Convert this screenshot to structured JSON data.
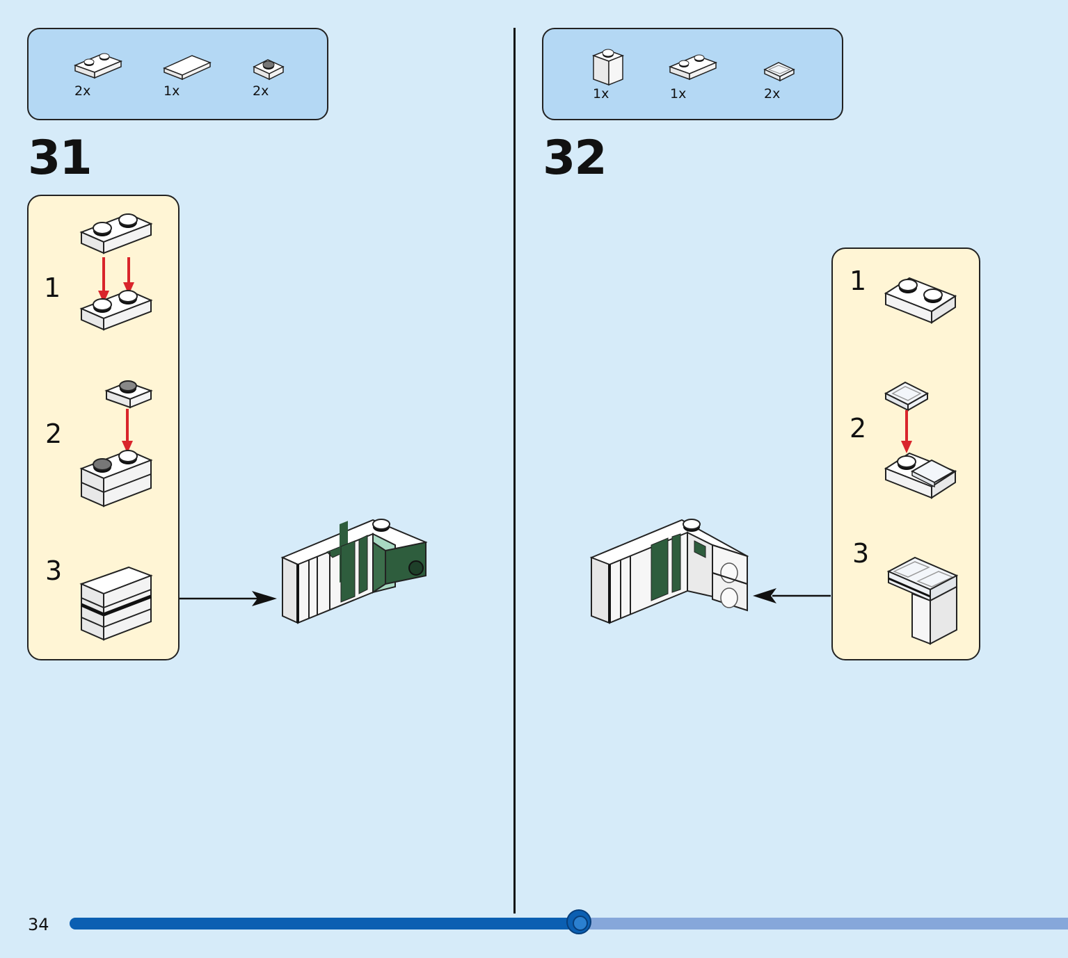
{
  "page": {
    "number": "34"
  },
  "progress": {
    "value": 0.51
  },
  "colors": {
    "background": "#d6ebf9",
    "parts_box": "#b4d8f4",
    "sub_box": "#fff5d5",
    "arrow_red": "#d9252b",
    "brick_green": "#2e5d3d",
    "progress": "#0b5fb2"
  },
  "steps": [
    {
      "number": "31",
      "parts": [
        {
          "qty": "2x",
          "icon": "plate-1x2-white-icon"
        },
        {
          "qty": "1x",
          "icon": "tile-1x2-white-icon"
        },
        {
          "qty": "2x",
          "icon": "plate-1x1-round-white-icon"
        }
      ],
      "substeps": [
        "1",
        "2",
        "3"
      ]
    },
    {
      "number": "32",
      "parts": [
        {
          "qty": "1x",
          "icon": "brick-1x1-white-icon"
        },
        {
          "qty": "1x",
          "icon": "plate-1x2-white-icon"
        },
        {
          "qty": "2x",
          "icon": "tile-1x1-trans-clear-icon"
        }
      ],
      "substeps": [
        "1",
        "2",
        "3"
      ]
    }
  ]
}
